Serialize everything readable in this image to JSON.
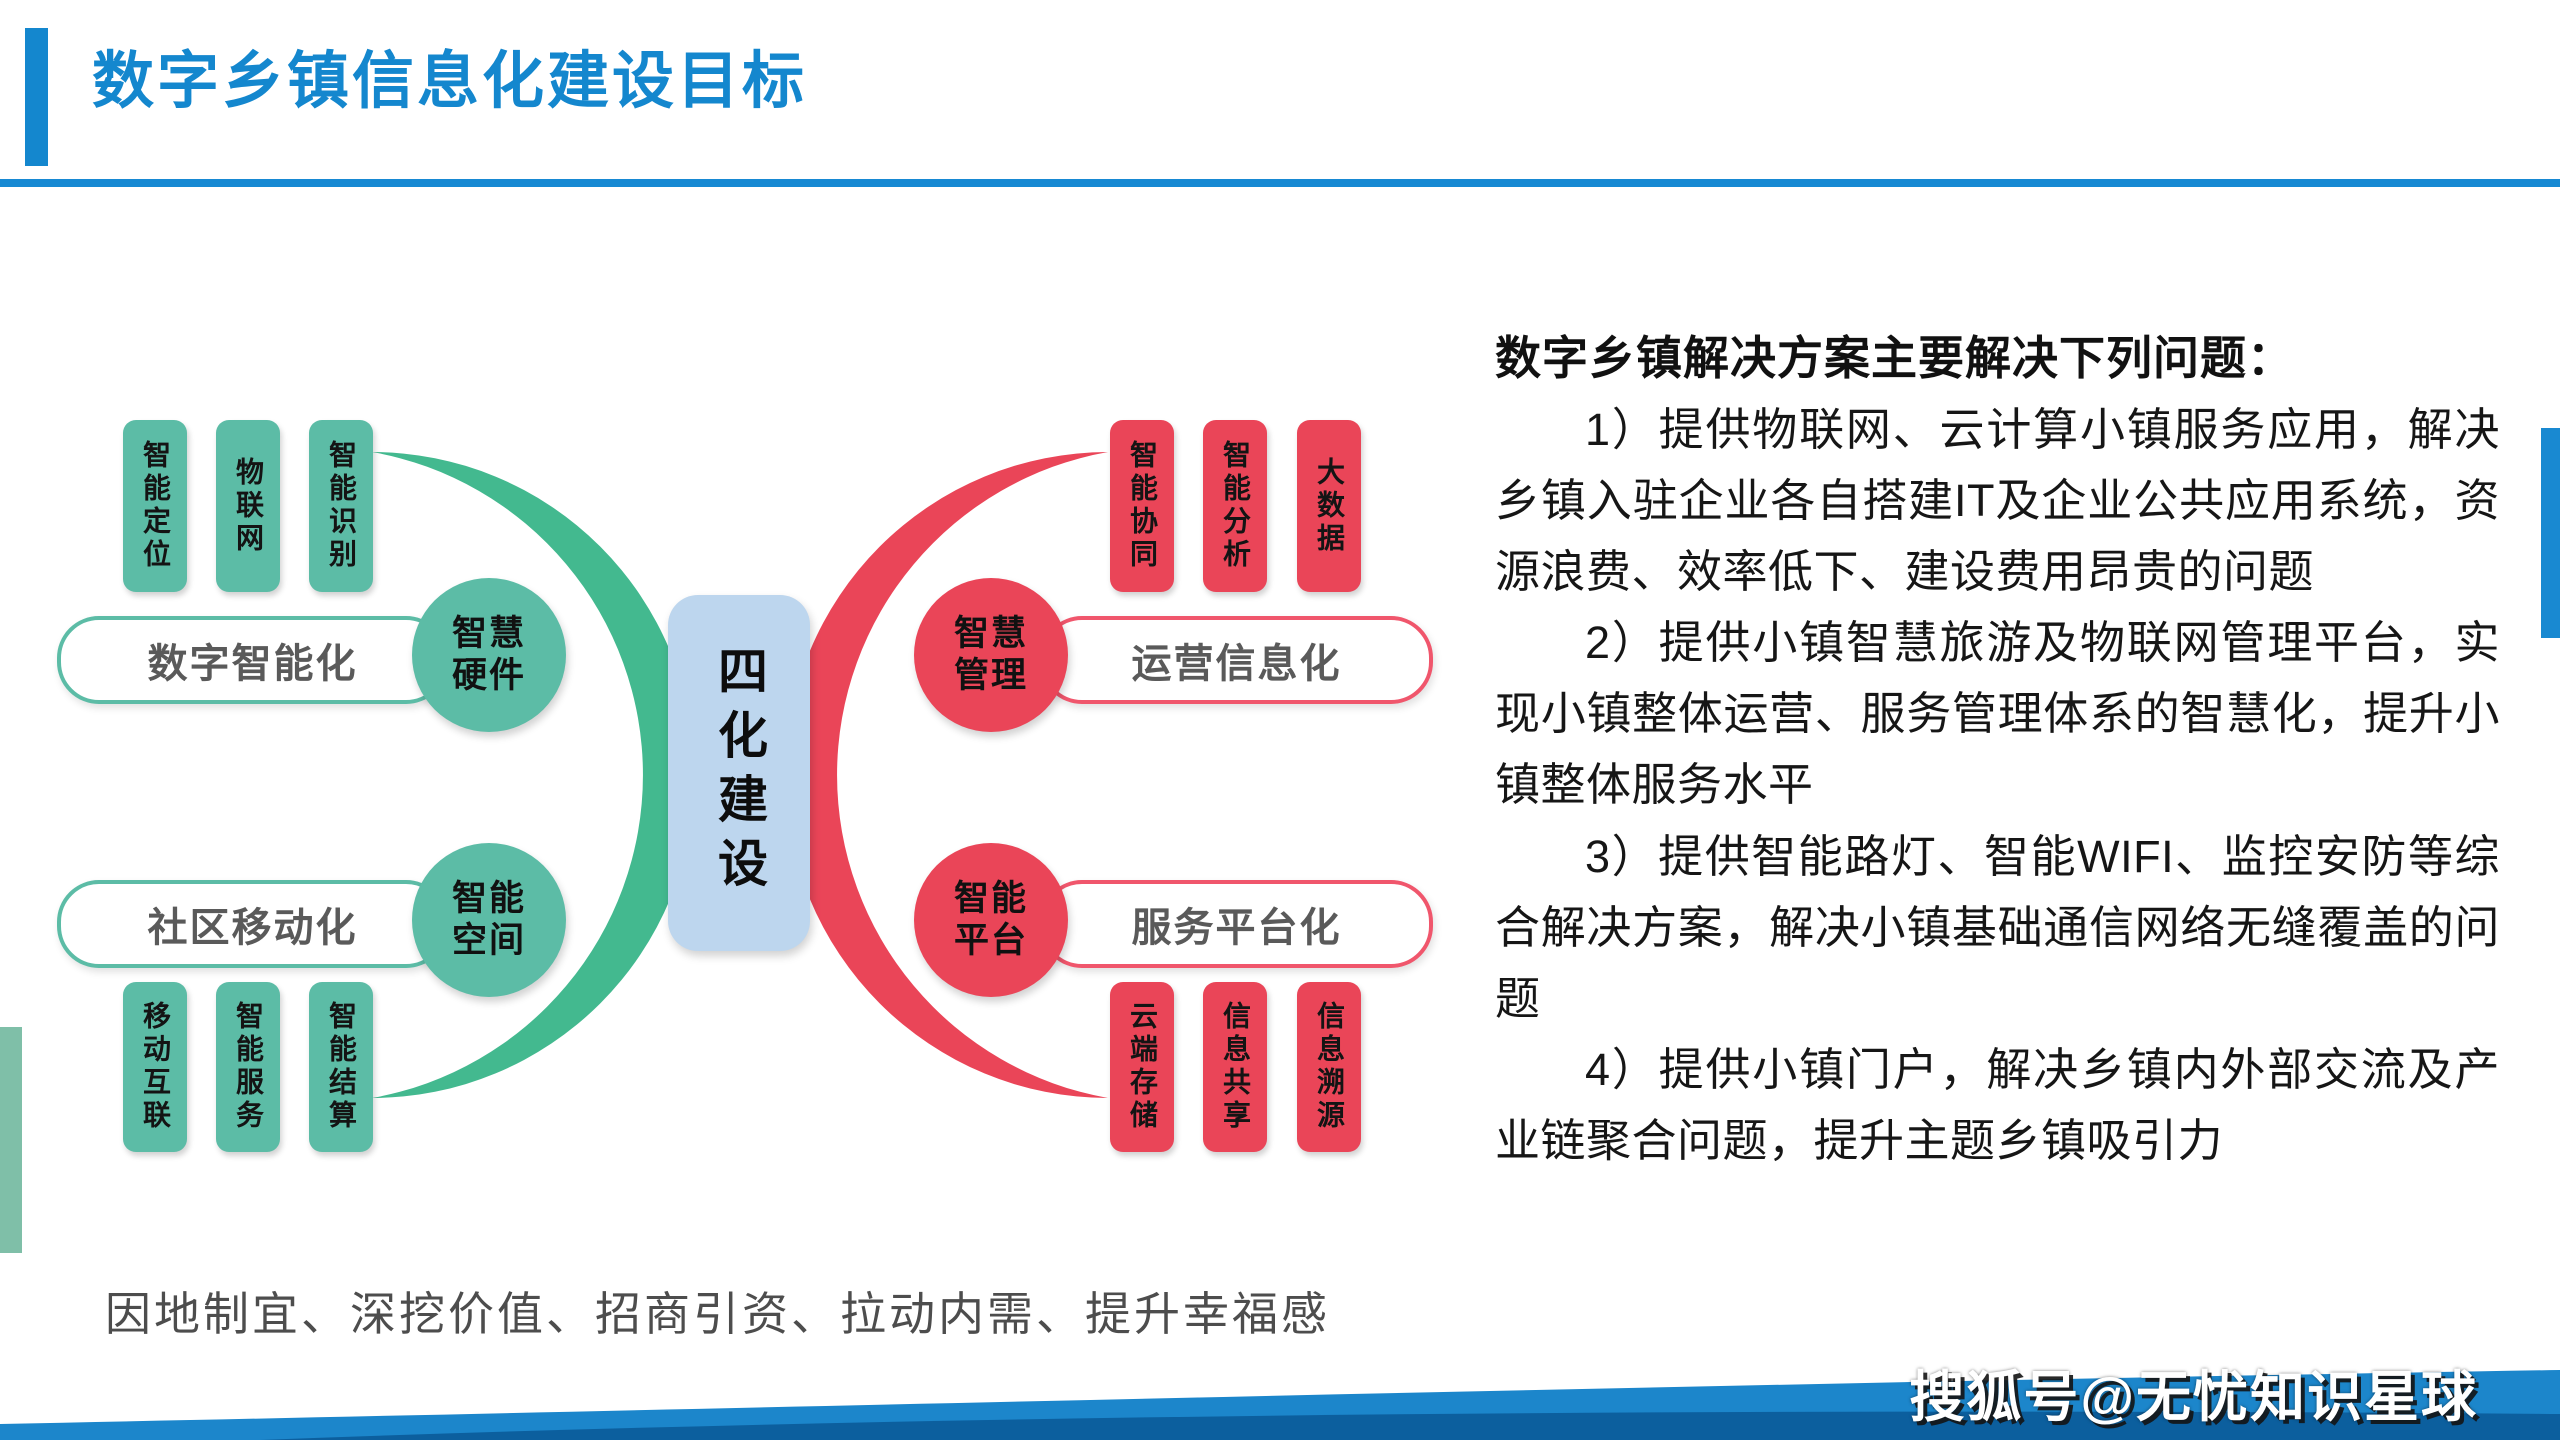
{
  "header": {
    "title": "数字乡镇信息化建设目标"
  },
  "colors": {
    "accent_blue": "#1487CE",
    "green_pill": "#5CBCA6",
    "green_arc": "#43B98F",
    "red": "#EA4558",
    "center_blue": "#BDD6EE",
    "footer_light_blue": "#1C86CB",
    "footer_dark_blue": "#0C5F9E"
  },
  "diagram": {
    "center_label": "四化建设",
    "green": {
      "top_pills": [
        "智能定位",
        "物联网",
        "智能识别"
      ],
      "bottom_pills": [
        "移动互联",
        "智能服务",
        "智能结算"
      ],
      "branches": [
        {
          "capsule": "数字智能化",
          "node_line1": "智慧",
          "node_line2": "硬件"
        },
        {
          "capsule": "社区移动化",
          "node_line1": "智能",
          "node_line2": "空间"
        }
      ]
    },
    "red": {
      "top_pills": [
        "智能协同",
        "智能分析",
        "大数据"
      ],
      "bottom_pills": [
        "云端存储",
        "信息共享",
        "信息溯源"
      ],
      "branches": [
        {
          "capsule": "运营信息化",
          "node_line1": "智慧",
          "node_line2": "管理"
        },
        {
          "capsule": "服务平台化",
          "node_line1": "智能",
          "node_line2": "平台"
        }
      ]
    }
  },
  "solutions": {
    "heading": "数字乡镇解决方案主要解决下列问题：",
    "items": [
      "1）提供物联网、云计算小镇服务应用，解决乡镇入驻企业各自搭建IT及企业公共应用系统，资源浪费、效率低下、建设费用昂贵的问题",
      "2）提供小镇智慧旅游及物联网管理平台，实现小镇整体运营、服务管理体系的智慧化，提升小镇整体服务水平",
      "3）提供智能路灯、智能WIFI、监控安防等综合解决方案，解决小镇基础通信网络无缝覆盖的问题",
      "4）提供小镇门户，解决乡镇内外部交流及产业链聚合问题，提升主题乡镇吸引力"
    ]
  },
  "footer": {
    "tagline": "因地制宜、深挖价值、招商引资、拉动内需、提升幸福感",
    "watermark": "搜狐号@无忧知识星球"
  }
}
